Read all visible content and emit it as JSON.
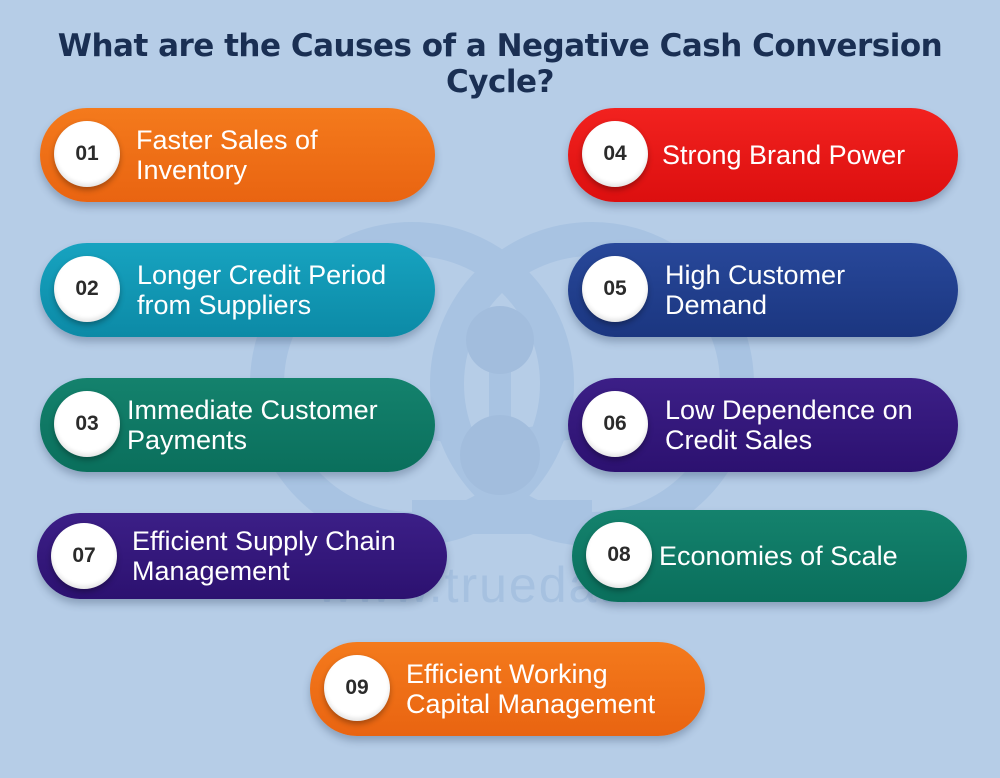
{
  "title": "What are the Causes of a Negative Cash Conversion Cycle?",
  "watermark": "www.truedata.in",
  "items": [
    {
      "number": "01",
      "text": "Faster Sales of Inventory"
    },
    {
      "number": "02",
      "text": "Longer Credit Period from Suppliers"
    },
    {
      "number": "03",
      "text": "Immediate Customer Payments"
    },
    {
      "number": "04",
      "text": "Strong Brand Power"
    },
    {
      "number": "05",
      "text": "High Customer Demand"
    },
    {
      "number": "06",
      "text": "Low Dependence on Credit Sales"
    },
    {
      "number": "07",
      "text": "Efficient Supply Chain Management"
    },
    {
      "number": "08",
      "text": "Economies of Scale"
    },
    {
      "number": "09",
      "text": "Efficient Working Capital Management"
    }
  ],
  "colors": {
    "background": "#b6cde7",
    "title": "#1a2f53",
    "orange": "#f47a1c",
    "red": "#f2221f",
    "teal": "#17a3c0",
    "navy": "#28489a",
    "green": "#14826d",
    "purple": "#3c1f87"
  }
}
